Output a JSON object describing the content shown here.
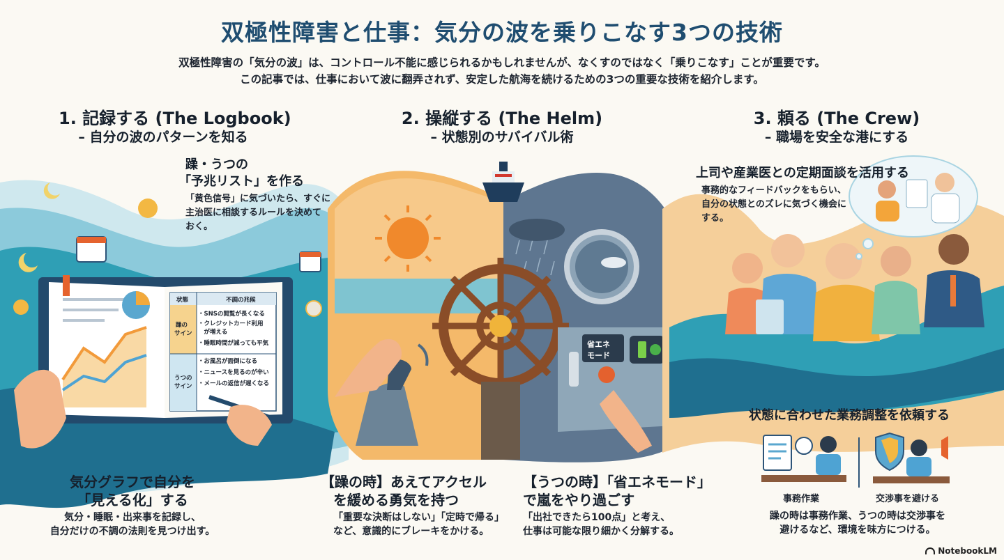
{
  "title": "双極性障害と仕事：気分の波を乗りこなす3つの技術",
  "intro": [
    "双極性障害の「気分の波」は、コントロール不能に感じられるかもしれませんが、なくすのではなく「乗りこなす」ことが重要です。",
    "この記事では、仕事において波に翻弄されず、安定した航海を続けるための3つの重要な技術を紹介します。"
  ],
  "sections": [
    {
      "heading": "1. 記録する (The Logbook)",
      "subheading": "– 自分の波のパターンを知る",
      "tip_title": [
        "躁・うつの",
        "「予兆リスト」を作る"
      ],
      "tip_body": [
        "「黄色信号」に気づいたら、すぐに",
        "主治医に相談するルールを決めて",
        "おく。"
      ],
      "table": {
        "col_state": "状態",
        "col_signs": "不調の兆候",
        "row1_label": [
          "躁の",
          "サイン"
        ],
        "row1_items": [
          "・SNSの閲覧が長くなる",
          "・クレジットカード利用",
          "　が増える",
          "・睡眠時間が減っても平気"
        ],
        "row2_label": [
          "うつの",
          "サイン"
        ],
        "row2_items": [
          "・お風呂が面倒になる",
          "・ニュースを見るのが辛い",
          "・メールの返信が遅くなる"
        ]
      },
      "caption_title": [
        "気分グラフで自分を",
        "「見える化」する"
      ],
      "caption_body": [
        "気分・睡眠・出来事を記録し、",
        "自分だけの不調の法則を見つけ出す。"
      ]
    },
    {
      "heading": "2. 操縦する (The Helm)",
      "subheading": "– 状態別のサバイバル術",
      "eco_label": [
        "省エネ",
        "モード"
      ],
      "mania_title": [
        "【躁の時】あえてアクセル",
        "を緩める勇気を持つ"
      ],
      "mania_body": [
        "「重要な決断はしない」「定時で帰る」",
        "など、意識的にブレーキをかける。"
      ],
      "depress_title": [
        "【うつの時】「省エネモード」",
        "で嵐をやり過ごす"
      ],
      "depress_body": [
        "「出社できたら100点」と考え、",
        "仕事は可能な限り細かく分解する。"
      ]
    },
    {
      "heading": "3. 頼る (The Crew)",
      "subheading": "– 職場を安全な港にする",
      "tip_title": "上司や産業医との定期面談を活用する",
      "tip_body": [
        "事務的なフィードバックをもらい、",
        "自分の状態とのズレに気づく機会に",
        "する。"
      ],
      "adjust_title": "状態に合わせた業務調整を依頼する",
      "label_left": "事務作業",
      "label_right": "交渉事を避ける",
      "adjust_body": [
        "躁の時は事務作業、うつの時は交渉事を",
        "避けるなど、環境を味方につける。"
      ]
    }
  ],
  "brand": "NotebookLM",
  "colors": {
    "title": "#1f4d70",
    "wave_teal": "#2f9fb5",
    "wave_deep": "#1f6f8f",
    "wave_orange": "#f1a95a",
    "sky_dark": "#5e7690",
    "wheel": "#8a4d28"
  }
}
